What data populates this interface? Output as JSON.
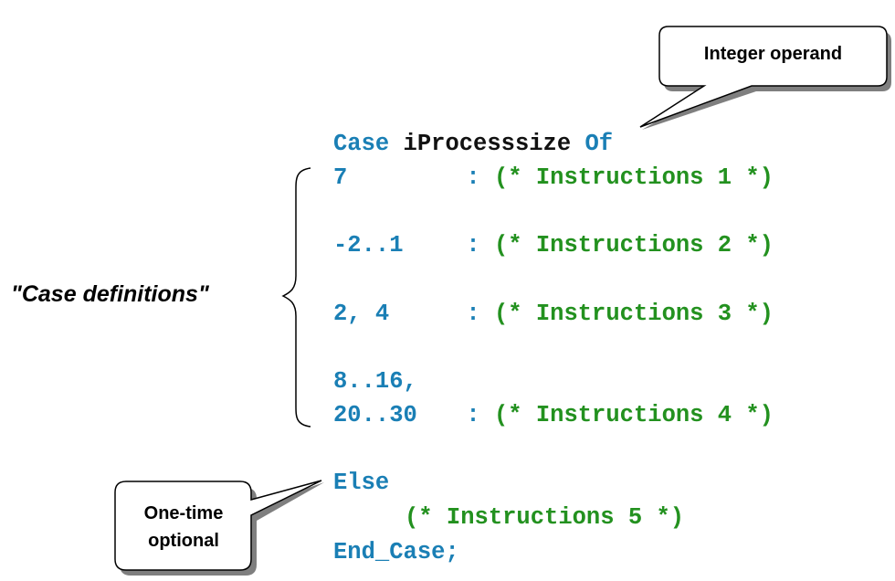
{
  "code": {
    "line_header": {
      "kw_case": "Case",
      "identifier": "iProcesssize",
      "kw_of": "Of"
    },
    "line_1": {
      "value": "7",
      "sep": ":",
      "comment": "(* Instructions 1 *)"
    },
    "line_2": {
      "value": "-2..1",
      "sep": ":",
      "comment": "(* Instructions 2 *)"
    },
    "line_3": {
      "value": "2, 4",
      "sep": ":",
      "comment": "(* Instructions 3 *)"
    },
    "line_4a": {
      "value": "8..16,"
    },
    "line_4b": {
      "value": "20..30",
      "sep": ":",
      "comment": "(* Instructions 4 *)"
    },
    "line_else": {
      "kw": "Else"
    },
    "line_else_body": {
      "comment": "(* Instructions 5 *)"
    },
    "line_end": {
      "kw": "End_Case;"
    }
  },
  "annotations": {
    "case_definitions": "\"Case definitions\"",
    "callout_operand": "Integer operand",
    "callout_optional_line1": "One-time",
    "callout_optional_line2": "optional"
  },
  "colors": {
    "keyword": "#1a7fb5",
    "identifier": "#111111",
    "comment": "#23911f",
    "callout_fill": "#ffffff",
    "callout_shadow": "#7f7f7f"
  }
}
